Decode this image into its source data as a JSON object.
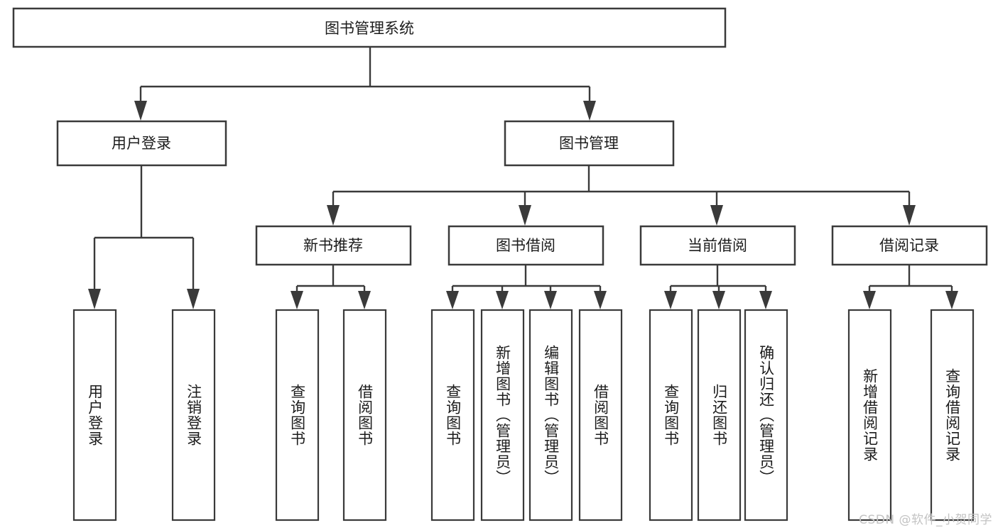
{
  "diagram": {
    "type": "tree",
    "title": "图书管理系统",
    "orientation": "top-down",
    "root": {
      "label": "图书管理系统",
      "id": "root-system"
    },
    "level1": [
      {
        "id": "user-login",
        "label": "用户登录"
      },
      {
        "id": "book-management",
        "label": "图书管理"
      }
    ],
    "level2": [
      {
        "id": "new-book-recommend",
        "label": "新书推荐",
        "parent": "book-management"
      },
      {
        "id": "book-borrow",
        "label": "图书借阅",
        "parent": "book-management"
      },
      {
        "id": "current-borrow",
        "label": "当前借阅",
        "parent": "book-management"
      },
      {
        "id": "borrow-record",
        "label": "借阅记录",
        "parent": "book-management"
      }
    ],
    "leaves": {
      "user-login": [
        {
          "id": "leaf-user-login",
          "label": "用户登录"
        },
        {
          "id": "leaf-logout-login",
          "label": "注销登录"
        }
      ],
      "new-book-recommend": [
        {
          "id": "leaf-query-book-1",
          "label": "查询图书"
        },
        {
          "id": "leaf-borrow-book-1",
          "label": "借阅图书"
        }
      ],
      "book-borrow": [
        {
          "id": "leaf-query-book-2",
          "label": "查询图书"
        },
        {
          "id": "leaf-add-book-admin",
          "label": "新增图书（管理员）"
        },
        {
          "id": "leaf-edit-book-admin",
          "label": "编辑图书（管理员）"
        },
        {
          "id": "leaf-borrow-book-2",
          "label": "借阅图书"
        }
      ],
      "current-borrow": [
        {
          "id": "leaf-query-book-3",
          "label": "查询图书"
        },
        {
          "id": "leaf-return-book",
          "label": "归还图书"
        },
        {
          "id": "leaf-confirm-return-admin",
          "label": "确认归还（管理员）"
        }
      ],
      "borrow-record": [
        {
          "id": "leaf-add-borrow-record",
          "label": "新增借阅记录"
        },
        {
          "id": "leaf-query-borrow-record",
          "label": "查询借阅记录"
        }
      ]
    },
    "colors": {
      "stroke": "#3a3a3a",
      "fill": "#ffffff",
      "text": "#1c1c1c",
      "watermark": "#c3c3c3"
    }
  },
  "watermark": {
    "text": "CSDN @软件_小贺同学"
  }
}
